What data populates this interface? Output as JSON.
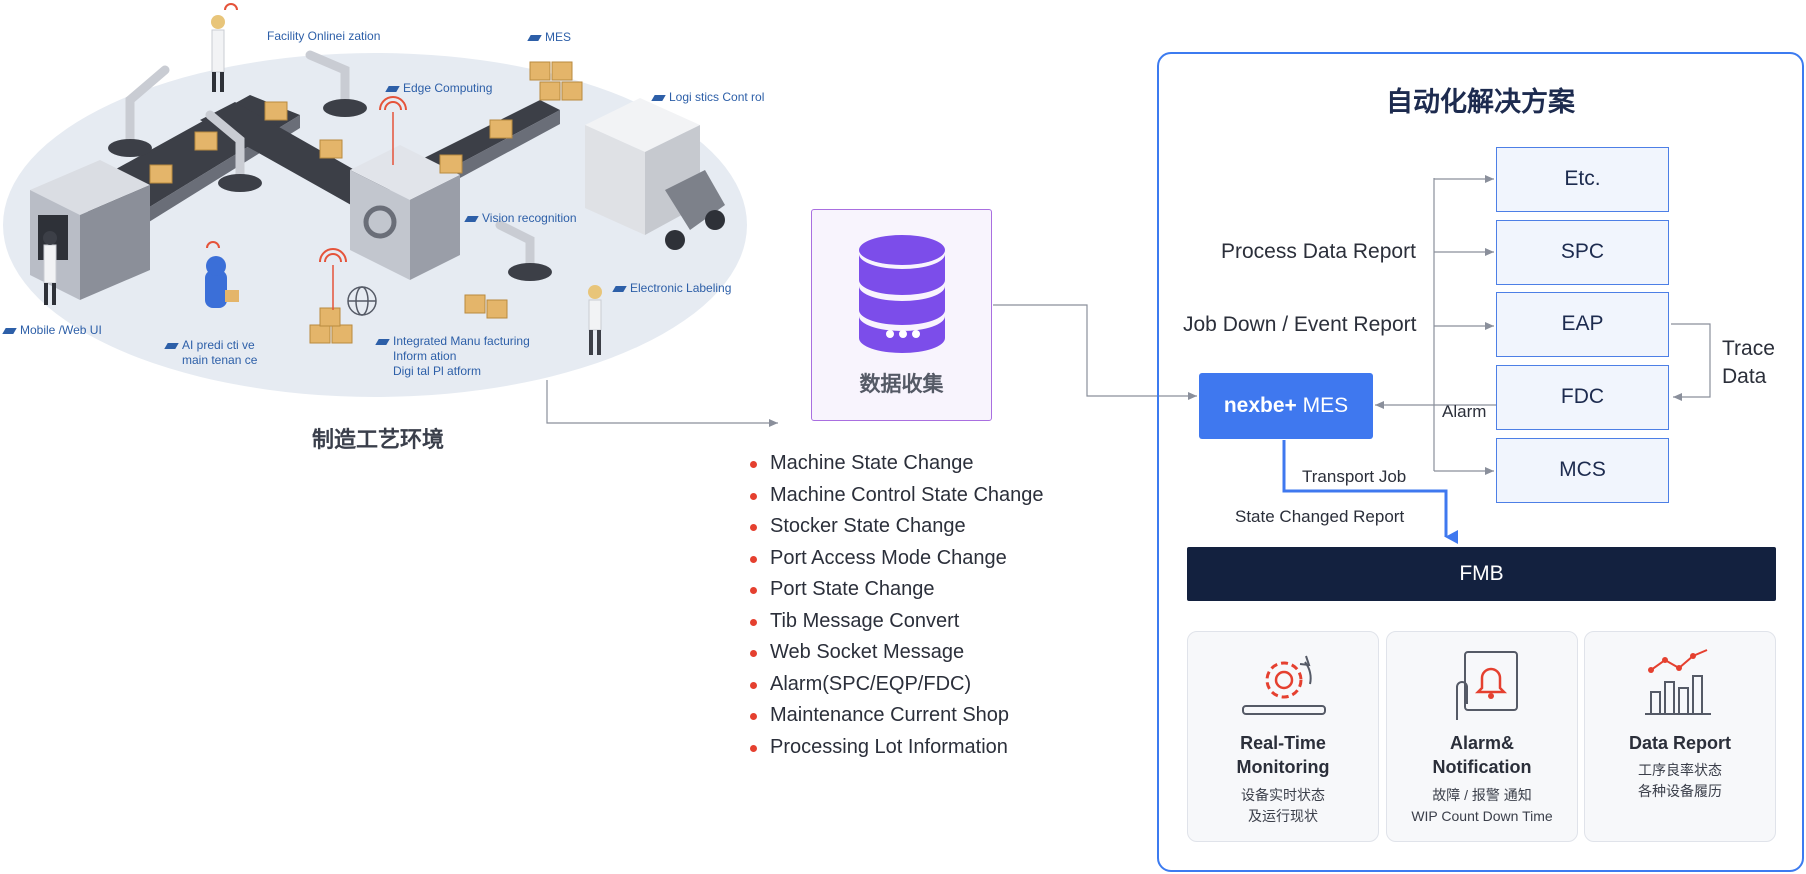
{
  "factory": {
    "labels": {
      "facility": "Facility Onlinei   zation",
      "mes": "MES",
      "edge": "Edge Computing",
      "logistics": "Logi stics Cont rol",
      "vision": "Vision  recognition",
      "electronic": "Electronic Labeling",
      "mobile": "Mobile /Web UI",
      "ai_line1": "AI predi cti ve",
      "ai_line2": "main tenan ce",
      "imp_line1": "Integrated Manu facturing",
      "imp_line2": "Inform ation",
      "imp_line3": "Digi tal Pl atform"
    },
    "caption": "制造工艺环境"
  },
  "collect": {
    "label": "数据收集",
    "items": [
      "Machine State Change",
      "Machine Control State Change",
      "Stocker State Change",
      "Port Access Mode Change",
      "Port State Change",
      "Tib Message Convert",
      "Web Socket Message",
      "Alarm(SPC/EQP/FDC)",
      "Maintenance Current Shop",
      "Processing Lot Information"
    ]
  },
  "solution": {
    "title": "自动化解决方案",
    "systems": [
      "Etc.",
      "SPC",
      "EAP",
      "FDC",
      "MCS"
    ],
    "process_report": "Process Data Report",
    "job_report": "Job Down / Event Report",
    "alarm": "Alarm",
    "trace_line1": "Trace",
    "trace_line2": "Data",
    "transport_job": "Transport Job",
    "state_changed": "State Changed Report",
    "mes_brand": "nexbe+",
    "mes_name": " MES",
    "fmb": "FMB",
    "cards": [
      {
        "title_line1": "Real-Time",
        "title_line2": "Monitoring",
        "sub_line1": "设备实时状态",
        "sub_line2": "及运行现状"
      },
      {
        "title_line1": "Alarm&",
        "title_line2": "Notification",
        "sub_line1": "故障 / 报警 通知",
        "sub_line2": "WIP Count Down Time"
      },
      {
        "title_line1": "Data Report",
        "sub_line1": "工序良率状态",
        "sub_line2": "各种设备履历"
      }
    ]
  },
  "colors": {
    "accent_blue": "#3f78ef",
    "dark_navy": "#13213f",
    "purple": "#7c4dea",
    "bullet_red": "#e5402f"
  }
}
